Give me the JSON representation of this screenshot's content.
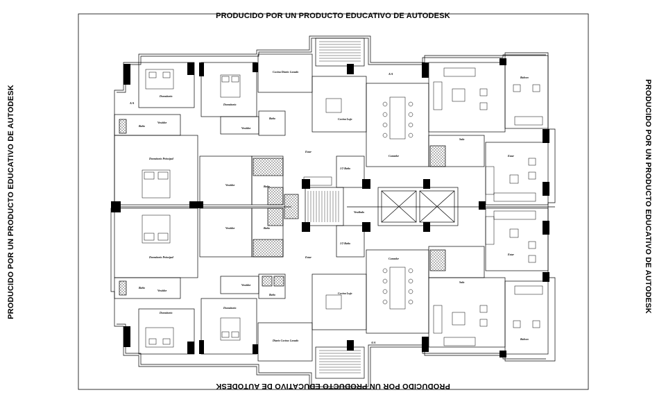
{
  "watermark": {
    "top": "PRODUCIDO POR UN PRODUCTO EDUCATIVO DE AUTODESK",
    "bottom": "PRODUCIDO POR UN PRODUCTO EDUCATIVO DE AUTODESK",
    "left": "PRODUCIDO POR UN PRODUCTO EDUCATIVO DE AUTODESK",
    "right": "PRODUCIDO POR UN PRODUCTO EDUCATIVO DE AUTODESK"
  },
  "rooms": {
    "dormitorio_a": "Dormitorio",
    "dormitorio_b": "Dormitorio",
    "dormitorio_c": "Dormitorio",
    "dormitorio_d": "Dormitorio",
    "dormitorio_principal_a": "Dormitorio Principal",
    "dormitorio_principal_b": "Dormitorio Principal",
    "vestidor_a": "Vestidor",
    "vestidor_b": "Vestidor",
    "vestidor_c": "Vestidor",
    "vestidor_d": "Vestidor",
    "vestidor_e": "Vestidor",
    "vestidor_f": "Vestidor",
    "bano_a": "Baño",
    "bano_b": "Baño",
    "bano_c": "Baño",
    "bano_d": "Baño",
    "bano_e": "Baño",
    "bano_f": "Baño",
    "cocina_diario_a": "Cocina Diario",
    "lavado_a": "Lavado",
    "diario_cocina_b": "Diario Cocina",
    "lavado_b": "Lavado",
    "cocina_lujo_a": "Cocina Lujo",
    "cocina_lujo_b": "Cocina Lujo",
    "wc_a": "1/2 Baño",
    "wc_b": "1/2 Baño",
    "comedor_a": "Comedor",
    "comedor_b": "Comedor",
    "estar_a": "Estar",
    "estar_b": "Estar",
    "estar_c": "Estar",
    "estar_d": "Estar",
    "sala_a": "Sala",
    "sala_b": "Sala",
    "balcon_a": "Balcon",
    "balcon_b": "Balcon",
    "vestibulo": "Vestíbulo",
    "aa_a": "A/A",
    "aa_b": "A/A",
    "aa_c": "A/A"
  }
}
